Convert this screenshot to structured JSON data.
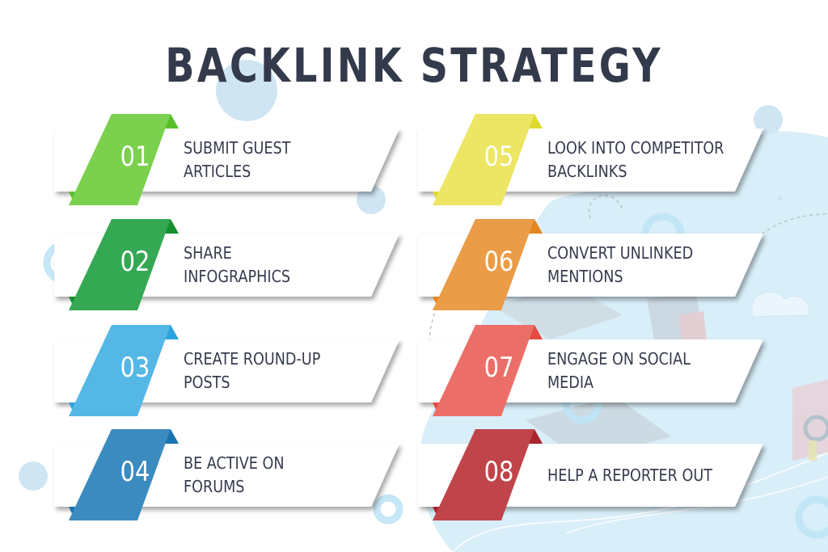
{
  "title": "BACKLINK STRATEGY",
  "colors": {
    "title": "#333a4b",
    "text": "#363c4e",
    "background_accent": "#d8eef9"
  },
  "items": [
    {
      "number": "01",
      "line1": "SUBMIT GUEST",
      "line2": "ARTICLES",
      "color": "#7bd14e",
      "fold": "#58c02a"
    },
    {
      "number": "02",
      "line1": "SHARE",
      "line2": "INFOGRAPHICS",
      "color": "#35a853",
      "fold": "#15902f"
    },
    {
      "number": "03",
      "line1": "CREATE ROUND-UP",
      "line2": "POSTS",
      "color": "#54b7e6",
      "fold": "#2aa3df"
    },
    {
      "number": "04",
      "line1": "BE ACTIVE ON",
      "line2": "FORUMS",
      "color": "#3b8bc0",
      "fold": "#1873b0"
    },
    {
      "number": "05",
      "line1": "LOOK INTO COMPETITOR",
      "line2": "BACKLINKS",
      "color": "#ece664",
      "fold": "#e0d930"
    },
    {
      "number": "06",
      "line1": "CONVERT UNLINKED",
      "line2": "MENTIONS",
      "color": "#eb9c47",
      "fold": "#e4861f"
    },
    {
      "number": "07",
      "line1": "ENGAGE ON SOCIAL",
      "line2": "MEDIA",
      "color": "#ec6e68",
      "fold": "#e54a43"
    },
    {
      "number": "08",
      "line1": "HELP A REPORTER OUT",
      "line2": "",
      "color": "#c0454a",
      "fold": "#a8232a"
    }
  ]
}
